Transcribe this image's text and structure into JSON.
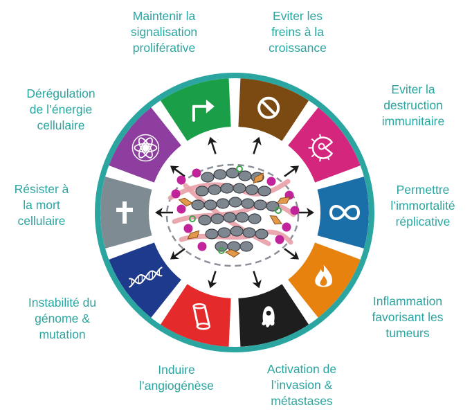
{
  "hallmarks": [
    {
      "id": "proliferative",
      "lines": [
        "Maintenir la",
        "signalisation",
        "proliférative"
      ],
      "color": "#1A9E47",
      "icon": "arrow-up-right-icon"
    },
    {
      "id": "growth-suppressors",
      "lines": [
        "Eviter les",
        "freins à la",
        "croissance"
      ],
      "color": "#7B4A12",
      "icon": "prohibited-icon"
    },
    {
      "id": "immune-destruction",
      "lines": [
        "Eviter la",
        "destruction",
        "immunitaire"
      ],
      "color": "#D4267D",
      "icon": "pacman-cell-icon"
    },
    {
      "id": "immortality",
      "lines": [
        "Permettre",
        "l’immortalité",
        "réplicative"
      ],
      "color": "#1B6FA8",
      "icon": "infinity-icon"
    },
    {
      "id": "inflammation",
      "lines": [
        "Inflammation",
        "favorisant les",
        "tumeurs"
      ],
      "color": "#E8820F",
      "icon": "flame-icon"
    },
    {
      "id": "invasion",
      "lines": [
        "Activation de",
        "l’invasion &",
        "métastases"
      ],
      "color": "#1E1E1E",
      "icon": "cell-migration-icon"
    },
    {
      "id": "angiogenesis",
      "lines": [
        "Induire",
        "l’angiogénèse"
      ],
      "color": "#E42A2A",
      "icon": "vessel-icon"
    },
    {
      "id": "genome-instability",
      "lines": [
        "Instabilité du",
        "génome  &",
        "mutation"
      ],
      "color": "#1E3A8C",
      "icon": "dna-icon"
    },
    {
      "id": "cell-death",
      "lines": [
        "Résister à",
        "la mort",
        "cellulaire"
      ],
      "color": "#7F8B92",
      "icon": "cross-icon"
    },
    {
      "id": "energetics",
      "lines": [
        "Dérégulation",
        "de l’énergie",
        "cellulaire"
      ],
      "color": "#8E3E9E",
      "icon": "atom-icon"
    }
  ],
  "colors": {
    "ring": "#2AA5A0",
    "label": "#2AA5A0"
  }
}
